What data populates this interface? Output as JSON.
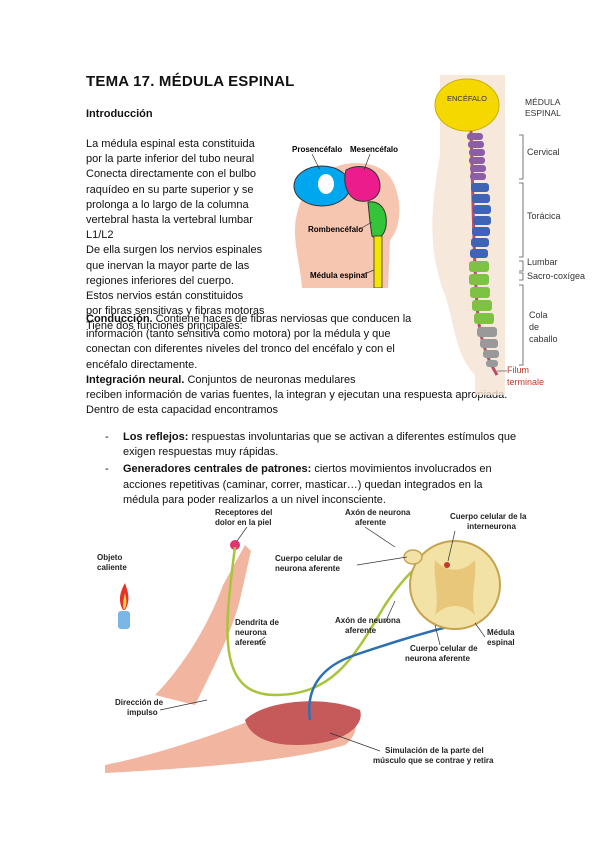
{
  "title": "TEMA 17. MÉDULA ESPINAL",
  "section": "Introducción",
  "intro_lines": [
    "La médula espinal esta constituida",
    "por la parte inferior del tubo neural",
    "Conecta directamente con el bulbo",
    "raquídeo en su parte superior y se",
    "prolonga a lo largo de la columna",
    "vertebral hasta la vertebral lumbar",
    "L1/L2",
    "De ella surgen los nervios espinales",
    "que inervan la  mayor parte de las",
    "regiones inferiores del cuerpo.",
    "Estos nervios están constituidos",
    "por fibras sensitivas y fibras motoras",
    "Tiene dos funciones principales:"
  ],
  "conduccion": {
    "label": "Conducción.",
    "lines": [
      " Contiene haces de fibras nerviosas que conducen la",
      "información (tanto sensitiva como motora) por la médula y que",
      "conectan con diferentes niveles del tronco del encéfalo y con el",
      "encéfalo directamente."
    ]
  },
  "integracion": {
    "label": "Integración neural.",
    "lines": [
      "  Conjuntos de neuronas medulares",
      "reciben información de varias fuentes, la integran y ejecutan una respuesta apropiada.",
      "Dentro de esta capacidad encontramos"
    ]
  },
  "bullets": [
    {
      "dash": "-",
      "bold": "Los reflejos:",
      "lines": [
        " respuestas involuntarias que se activan a diferentes estímulos que",
        "exigen respuestas muy rápidas."
      ]
    },
    {
      "dash": "-",
      "bold": "Generadores centrales de patrones:",
      "lines": [
        " ciertos movimientos involucrados en",
        "acciones repetitivas (caminar, correr, masticar…) quedan integrados en la",
        "médula para poder realizarlos a un nivel inconsciente."
      ]
    }
  ],
  "brain_diagram": {
    "labels": [
      "Prosencéfalo",
      "Mesencéfalo",
      "Rombencéfalo",
      "Médula espinal"
    ],
    "colors": {
      "prosencefalo": "#00a6ee",
      "mesencefalo": "#ec1c8c",
      "rombencefalo": "#33c43a",
      "medula": "#f2e600",
      "skin": "#f7c6b0"
    }
  },
  "spine_diagram": {
    "encefalo": "ENCÉFALO",
    "header": [
      "MÉDULA",
      "ESPINAL"
    ],
    "regions": [
      "Cervical",
      "Torácica",
      "Lumbar",
      "Sacro-coxígea",
      "Cola",
      "de",
      "caballo"
    ],
    "filum": [
      "Filum",
      "terminale"
    ],
    "colors": {
      "encefalo": "#f5d800",
      "cervical": "#8d5ea8",
      "toracica": "#3f63b5",
      "lumbar": "#7ec242",
      "sacro": "#999999",
      "filum": "#d9534f"
    }
  },
  "reflex_diagram": {
    "objeto": [
      "Objeto",
      "caliente"
    ],
    "receptores": [
      "Receptores del",
      "dolor en la piel"
    ],
    "axon_aferente_top": [
      "Axón de neurona",
      "aferente"
    ],
    "interneurona": [
      "Cuerpo celular de la",
      "interneurona"
    ],
    "cuerpo_aferente_left": [
      "Cuerpo celular de",
      "neurona aferente"
    ],
    "dendrita": [
      "Dendrita de",
      "neurona",
      "aferente"
    ],
    "axon_aferente_mid": [
      "Axón de neurona",
      "aferente"
    ],
    "cuerpo_aferente_bottom": [
      "Cuerpo celular de",
      "neurona aferente"
    ],
    "medula": [
      "Médula",
      "espinal"
    ],
    "direccion": [
      "Dirección de",
      "impulso"
    ],
    "simulacion": [
      "Simulación de la parte del",
      "músculo que se contrae y retira"
    ]
  }
}
